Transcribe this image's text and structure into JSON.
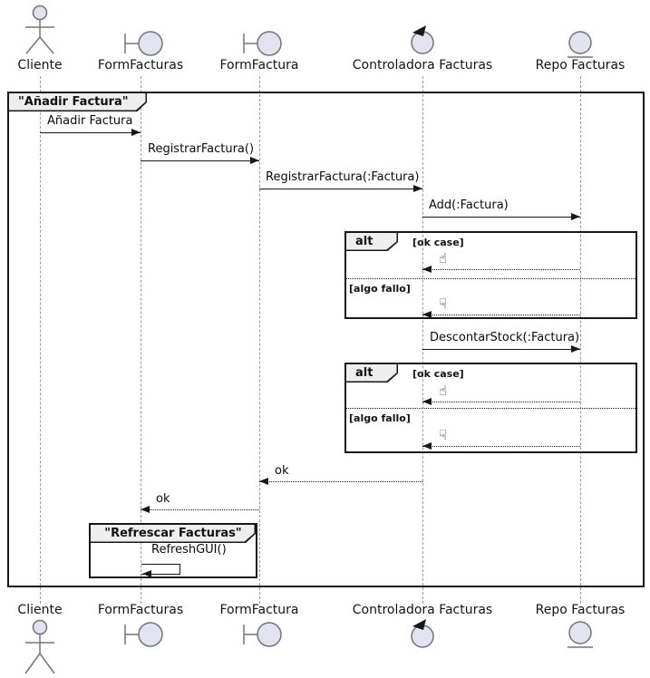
{
  "frame_title": "\"Añadir Factura\"",
  "group_frame_title": "\"Refrescar Facturas\"",
  "participants": [
    {
      "label": "Cliente",
      "icon": "actor"
    },
    {
      "label": "FormFacturas",
      "icon": "boundary"
    },
    {
      "label": "FormFactura",
      "icon": "boundary"
    },
    {
      "label": "Controladora Facturas",
      "icon": "control"
    },
    {
      "label": "Repo Facturas",
      "icon": "entity"
    }
  ],
  "messages": {
    "anadir": "Añadir Factura",
    "registrar": "RegistrarFactura()",
    "registrar_param": "RegistrarFactura(:Factura)",
    "add": "Add(:Factura)",
    "descontar": "DescontarStock(:Factura)",
    "reply_ok": "ok",
    "refresh": "RefreshGUI()"
  },
  "alt_frame": {
    "keyword": "alt",
    "guard_ok": "[ok case]",
    "guard_fail": "[algo fallo]",
    "thumbs_up": "☝",
    "thumbs_down": "☟"
  },
  "colors": {
    "participant_fill": "#E2E2F0",
    "icon_stroke": "#73737D",
    "frame_line": "#181818",
    "tab_bg": "#EEEEEE",
    "lifeline": "#999999"
  }
}
